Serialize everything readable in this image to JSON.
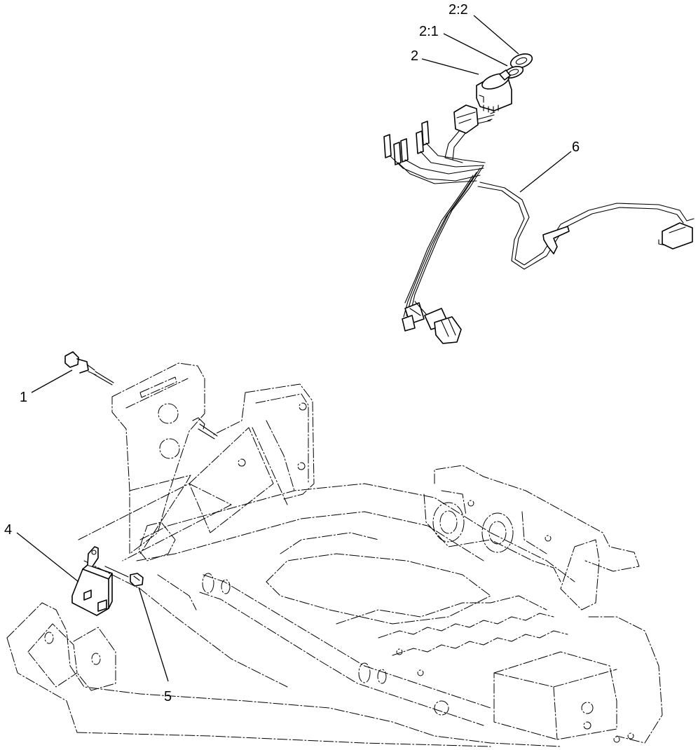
{
  "callouts": [
    {
      "id": "c-2-2",
      "text": "2:2"
    },
    {
      "id": "c-2-1",
      "text": "2:1"
    },
    {
      "id": "c-2",
      "text": "2"
    },
    {
      "id": "c-6",
      "text": "6"
    },
    {
      "id": "c-1",
      "text": "1"
    },
    {
      "id": "c-4",
      "text": "4"
    },
    {
      "id": "c-5",
      "text": "5"
    }
  ]
}
